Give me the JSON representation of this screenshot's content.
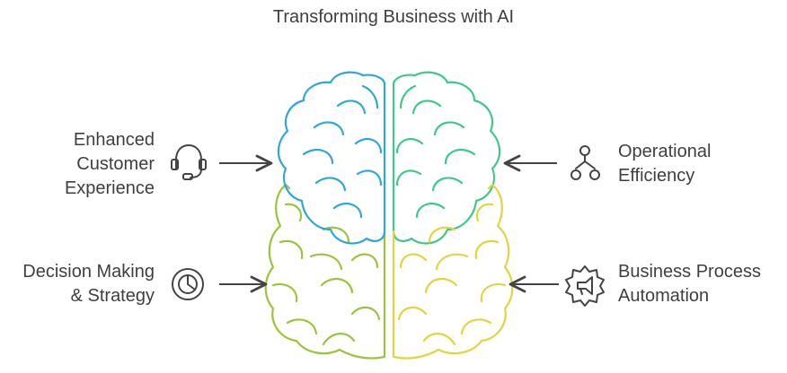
{
  "title": "Transforming Business with AI",
  "items": [
    {
      "label": "Enhanced\nCustomer\nExperience",
      "icon": "headset-icon",
      "quadrant": "top-left",
      "color": "#2ea8d8"
    },
    {
      "label": "Operational\nEfficiency",
      "icon": "hierarchy-icon",
      "quadrant": "top-right",
      "color": "#3ec98a"
    },
    {
      "label": "Decision Making\n& Strategy",
      "icon": "pie-chart-icon",
      "quadrant": "bottom-left",
      "color": "#9ac43c"
    },
    {
      "label": "Business Process\nAutomation",
      "icon": "gear-megaphone-icon",
      "quadrant": "bottom-right",
      "color": "#e2d43c"
    }
  ]
}
